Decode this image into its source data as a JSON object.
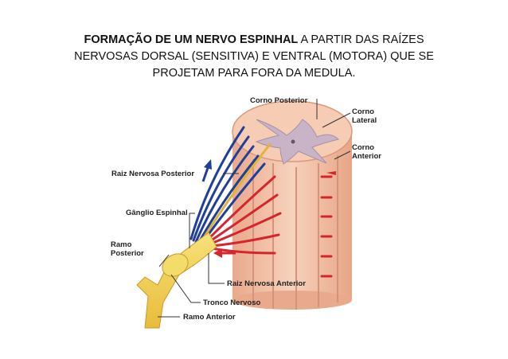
{
  "title": {
    "bold": "FORMAÇÃO DE UM NERVO ESPINHAL",
    "line1_rest": " A PARTIR DAS RAÍZES",
    "line2": "NERVOSAS DORSAL (SENSITIVA) E VENTRAL (MOTORA) QUE SE",
    "line3": "PROJETAM PARA FORA DA MEDULA."
  },
  "labels": {
    "corno_posterior": "Corno Posterior",
    "corno_lateral_1": "Corno",
    "corno_lateral_2": "Lateral",
    "corno_anterior_1": "Corno",
    "corno_anterior_2": "Anterior",
    "raiz_posterior": "Raiz Nervosa Posterior",
    "ganglio": "Gânglio Espinhal",
    "ramo_posterior_1": "Ramo",
    "ramo_posterior_2": "Posterior",
    "raiz_anterior": "Raiz Nervosa Anterior",
    "tronco": "Tronco Nervoso",
    "ramo_anterior": "Ramo Anterior"
  },
  "colors": {
    "cord": "#f4c3a7",
    "cord_dark": "#d99a7e",
    "gray_matter": "#c7b1c4",
    "sensory": "#1f3f9a",
    "motor": "#d8242c",
    "nerve": "#f3d458"
  }
}
